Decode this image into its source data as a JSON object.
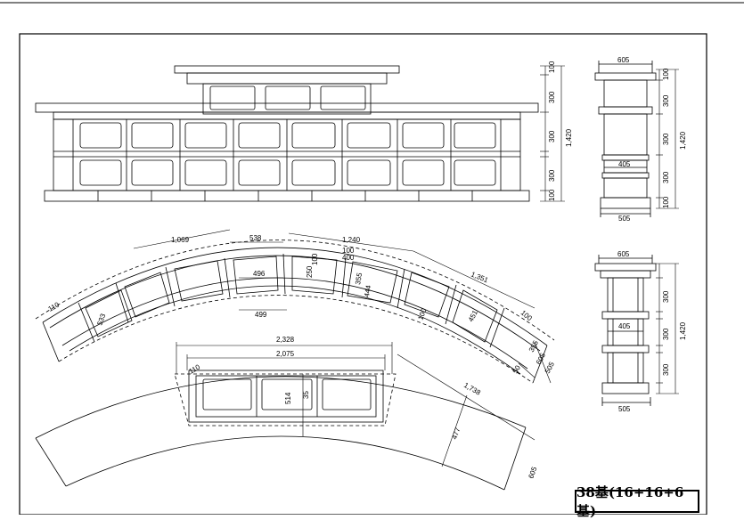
{
  "title": "38基(16+16+6基)",
  "labels": {
    "front": {
      "h100a": "100",
      "h300a": "300",
      "h300b": "300",
      "h300c": "300",
      "h100b": "100",
      "total": "1,420"
    },
    "side1": {
      "top_w": "605",
      "mid_w": "405",
      "base_w": "505",
      "h1": "300",
      "h2": "300",
      "h3": "300",
      "t100a": "100",
      "t100b": "100",
      "total": "1,420"
    },
    "side2": {
      "top_w": "605",
      "mid_w": "405",
      "base_w": "505",
      "h1": "300",
      "h2": "300",
      "h3": "300",
      "total": "1,420"
    },
    "plan1": {
      "d1069": "1,069",
      "d538": "538",
      "d1240": "1,240",
      "d1351": "1,351",
      "d496": "496",
      "d499": "499",
      "d250": "250",
      "d100a": "100",
      "d100b": "100",
      "d355": "355",
      "d444": "444",
      "d100c": "100",
      "d533": "533",
      "d451": "451",
      "d400": "400",
      "d110": "110",
      "d605": "605",
      "d505": "505",
      "d355b": "355",
      "d50": "50"
    },
    "plan2": {
      "d2328": "2,328",
      "d2075": "2,075",
      "d110": "110",
      "d514": "514",
      "d35": "35",
      "d1738": "1,738",
      "d477": "477",
      "d605": "605"
    }
  }
}
